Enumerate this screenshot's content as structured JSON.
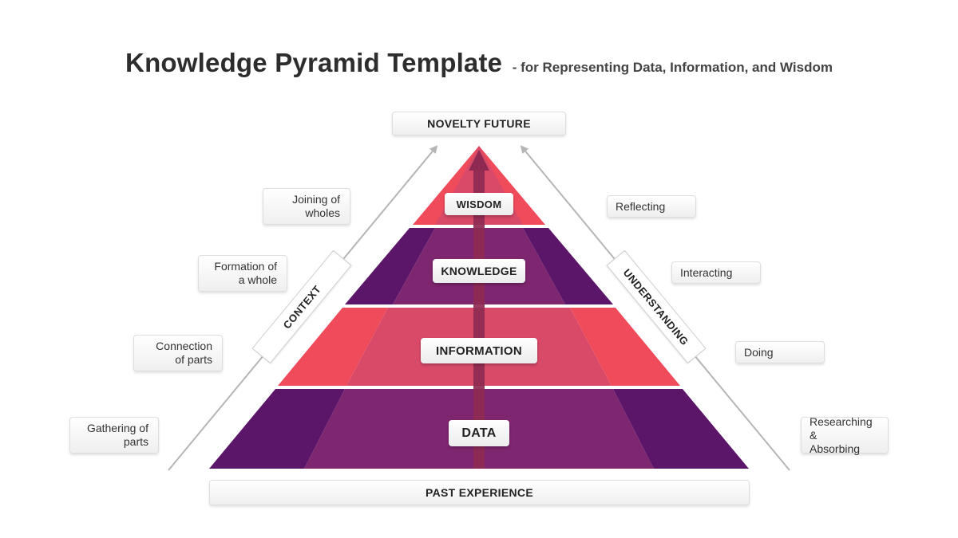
{
  "title": {
    "main": "Knowledge Pyramid Template",
    "subtitle": "- for Representing Data, Information, and Wisdom"
  },
  "top_box": "NOVELTY FUTURE",
  "bottom_box": "PAST EXPERIENCE",
  "levels": {
    "wisdom": "WISDOM",
    "knowledge": "KNOWLEDGE",
    "information": "INFORMATION",
    "data": "DATA"
  },
  "side_labels": {
    "left": "CONTEXT",
    "right": "UNDERSTANDING"
  },
  "left_notes": [
    "Joining of\nwholes",
    "Formation of\na whole",
    "Connection\nof parts",
    "Gathering of\nparts"
  ],
  "right_notes": [
    "Reflecting",
    "Interacting",
    "Doing",
    "Researching &\nAbsorbing"
  ],
  "colors": {
    "red": "#f04b5b",
    "rose": "#d84a68",
    "purple": "#5c1669",
    "plum": "#7e2670",
    "arrow": "#8e2a52"
  }
}
